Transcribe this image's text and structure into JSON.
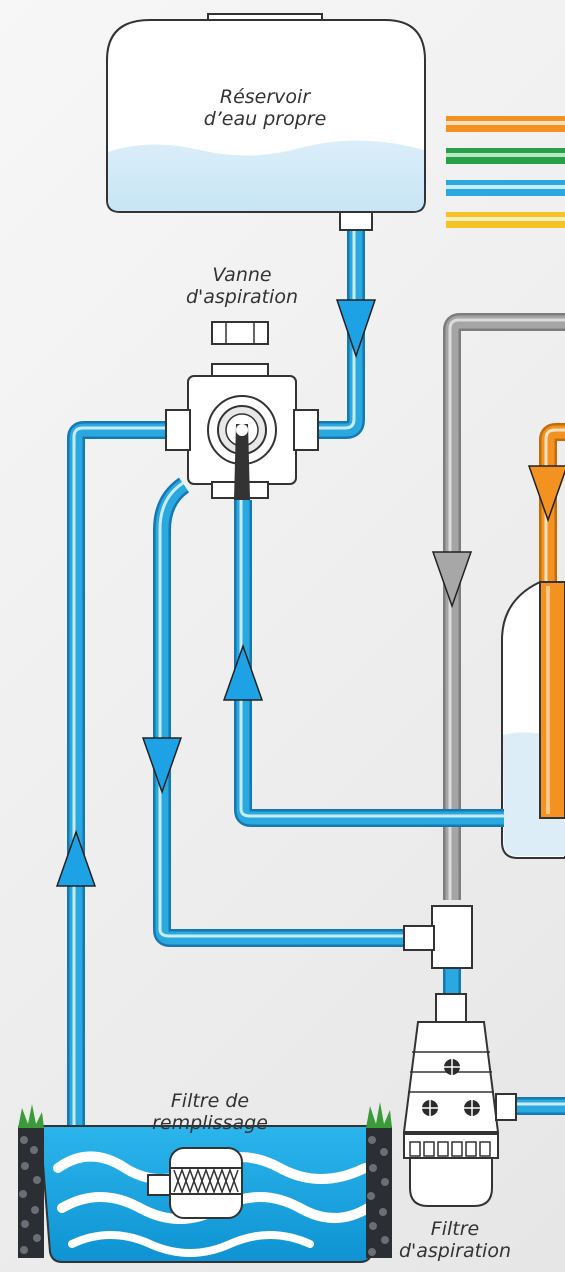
{
  "labels": {
    "reservoir_line1": "Réservoir",
    "reservoir_line2": "d’eau propre",
    "valve_line1": "Vanne",
    "valve_line2": "d'aspiration",
    "fill_filter_line1": "Filtre de",
    "fill_filter_line2": "remplissage",
    "suction_filter_line1": "Filtre",
    "suction_filter_line2": "d'aspiration"
  },
  "colors": {
    "clean_water": "#2aa8e0",
    "return": "#9a9a9a",
    "chemical": "#f39220",
    "green_line": "#27a048",
    "yellow_line": "#f6c324",
    "pool_water": "#21b0e8"
  },
  "legend_swatches": [
    "orange",
    "green",
    "blue",
    "yellow"
  ]
}
